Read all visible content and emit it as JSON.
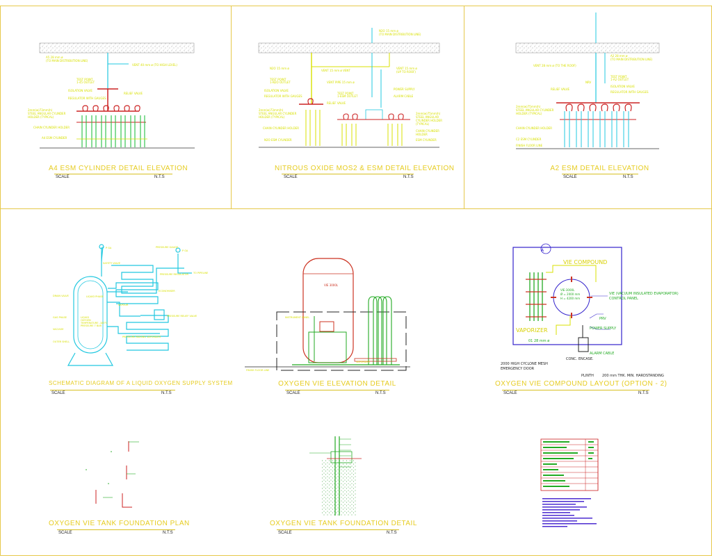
{
  "drawings": {
    "p1": {
      "title": "A4 ESM CYLINDER DETAIL ELEVATION",
      "scale": "SCALE",
      "nts": "N.T.S"
    },
    "p2": {
      "title": "NITROUS OXIDE MOS2 & ESM DETAIL ELEVATION",
      "scale": "SCALE",
      "nts": "N.T.S"
    },
    "p3": {
      "title": "A2 ESM DETAIL ELEVATION",
      "scale": "SCALE",
      "nts": "N.T.S"
    },
    "p4": {
      "title": "SCHEMATIC DIAGRAM OF A LIQUID OXYGEN SUPPLY SYSTEM",
      "scale": "SCALE",
      "nts": "N.T.S"
    },
    "p5": {
      "title": "OXYGEN VIE ELEVATION DETAIL",
      "scale": "SCALE",
      "nts": "N.T.S"
    },
    "p6": {
      "title": "OXYGEN VIE COMPOUND LAYOUT (OPTION - 2)",
      "scale": "SCALE",
      "nts": "N.T.S"
    },
    "p7": {
      "title": "OXYGEN VIE TANK FOUNDATION PLAN",
      "scale": "SCALE",
      "nts": "N.T.S"
    },
    "p8": {
      "title": "OXYGEN VIE TANK FOUNDATION DETAIL",
      "scale": "SCALE",
      "nts": "N.T.S"
    }
  },
  "compound": {
    "vie_compound": "VIE COMPOUND",
    "vaporizer": "VAPORIZER",
    "vie_label": "VIE (VACUUM INSULATED EVAPORATOR)",
    "control_panel": "CONTROL PANEL",
    "vie_dims_1": "VIE-3000L",
    "vie_dims_2": "Ø = 2000 mm",
    "vie_dims_3": "H = 4200 mm",
    "prv": "PRV",
    "power_supply": "POWER SUPPLY",
    "alarm_cable": "ALARM CABLE",
    "pipe": "01 28 mm ø",
    "conc_encase": "CONC. ENCASE.",
    "mesh": "2000 HIGH CYCLONE MESH",
    "door": "EMERGENCY DOOR",
    "plinth": "PLINTH",
    "hardstanding": "200 mm THK. MIN. HARDSTANDING",
    "marker": "A"
  },
  "colors": {
    "frame": "#e6c84a",
    "title": "#e6cc20",
    "green": "#22aa22",
    "red": "#cc2222",
    "cyan": "#22c8e0",
    "blue": "#3322cc",
    "yellow": "#d8e000"
  }
}
